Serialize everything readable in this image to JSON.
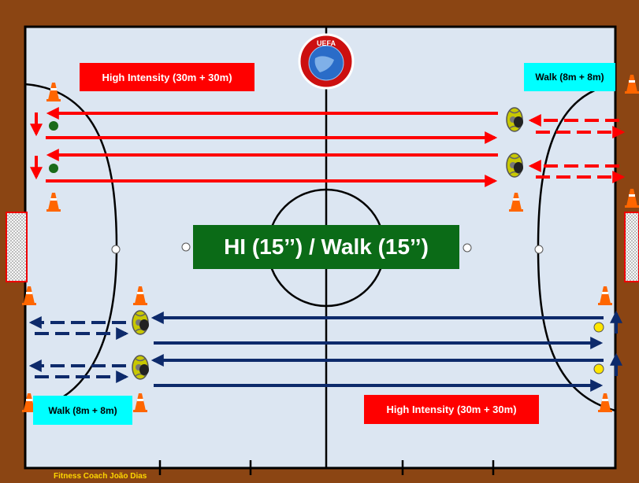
{
  "labels": {
    "hi_top": "High Intensity (30m + 30m)",
    "walk_top": "Walk (8m + 8m)",
    "center": "HI (15’’)  /  Walk (15’’)",
    "walk_bottom": "Walk (8m + 8m)",
    "hi_bottom": "High Intensity (30m + 30m)",
    "credit": "Fitness Coach  João Dias"
  },
  "logo": {
    "text": "UEFA"
  },
  "colors": {
    "field": "#DCE6F2",
    "border": "#8B4513",
    "red": "#FF0000",
    "navy": "#0D2A6B",
    "cyan": "#00FFFF",
    "green_box": "#0B6B17",
    "cone": "#FF6600"
  }
}
